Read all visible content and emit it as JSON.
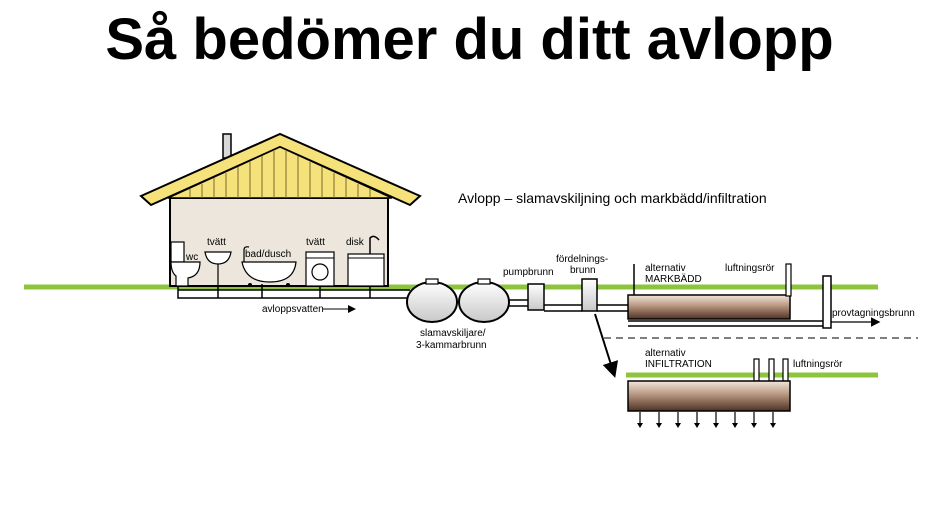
{
  "title": "Så bedömer du ditt avlopp",
  "subtitle": "Avlopp – slamavskiljning och markbädd/infiltration",
  "labels": {
    "wc": "wc",
    "tvatt1": "tvätt",
    "bad": "bad/dusch",
    "tvatt2": "tvätt",
    "disk": "disk",
    "avloppsvatten": "avloppsvatten",
    "slam1": "slamavskiljare/",
    "slam2": "3-kammarbrunn",
    "pump": "pumpbrunn",
    "fordel1": "fördelnings-",
    "fordel2": "brunn",
    "alt1": "alternativ",
    "markbadd": "MARKBÄDD",
    "luft1": "luftningsrör",
    "prov": "provtagningsbrunn",
    "alt2": "alternativ",
    "infiltration": "INFILTRATION",
    "luft2": "luftningsrör"
  },
  "colors": {
    "ground": "#8cc43c",
    "roof": "#f6e27a",
    "wall": "#ece6dc",
    "bed_top": "#e8d8c8",
    "bed_bottom": "#5a3a2a"
  }
}
